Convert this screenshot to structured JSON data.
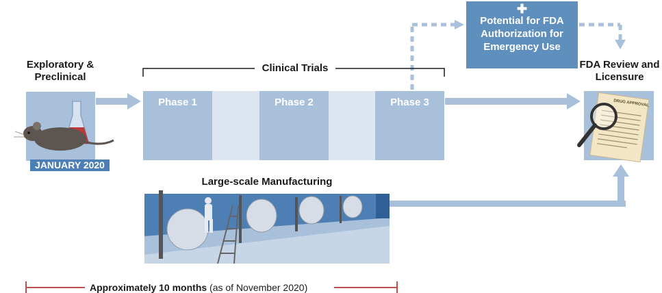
{
  "stages": {
    "exploratory": "Exploratory & Preclinical",
    "clinical_trials": "Clinical Trials",
    "fda_review": "FDA Review and Licensure",
    "manufacturing": "Large-scale Manufacturing"
  },
  "badge": "JANUARY 2020",
  "phases": [
    "Phase 1",
    "Phase 2",
    "Phase 3"
  ],
  "eua": "Potential for FDA Authorization for Emergency Use",
  "document_label": "DRUG APPROVAL",
  "timeline": {
    "bold": "Approximately 10 months",
    "normal": "(as of November 2020)"
  },
  "colors": {
    "arrow": "#a9c0da",
    "panel": "#a9c0da",
    "eua_box": "#5f8fbd",
    "people": "#3f6fa3",
    "timeline": "#c0504d"
  }
}
